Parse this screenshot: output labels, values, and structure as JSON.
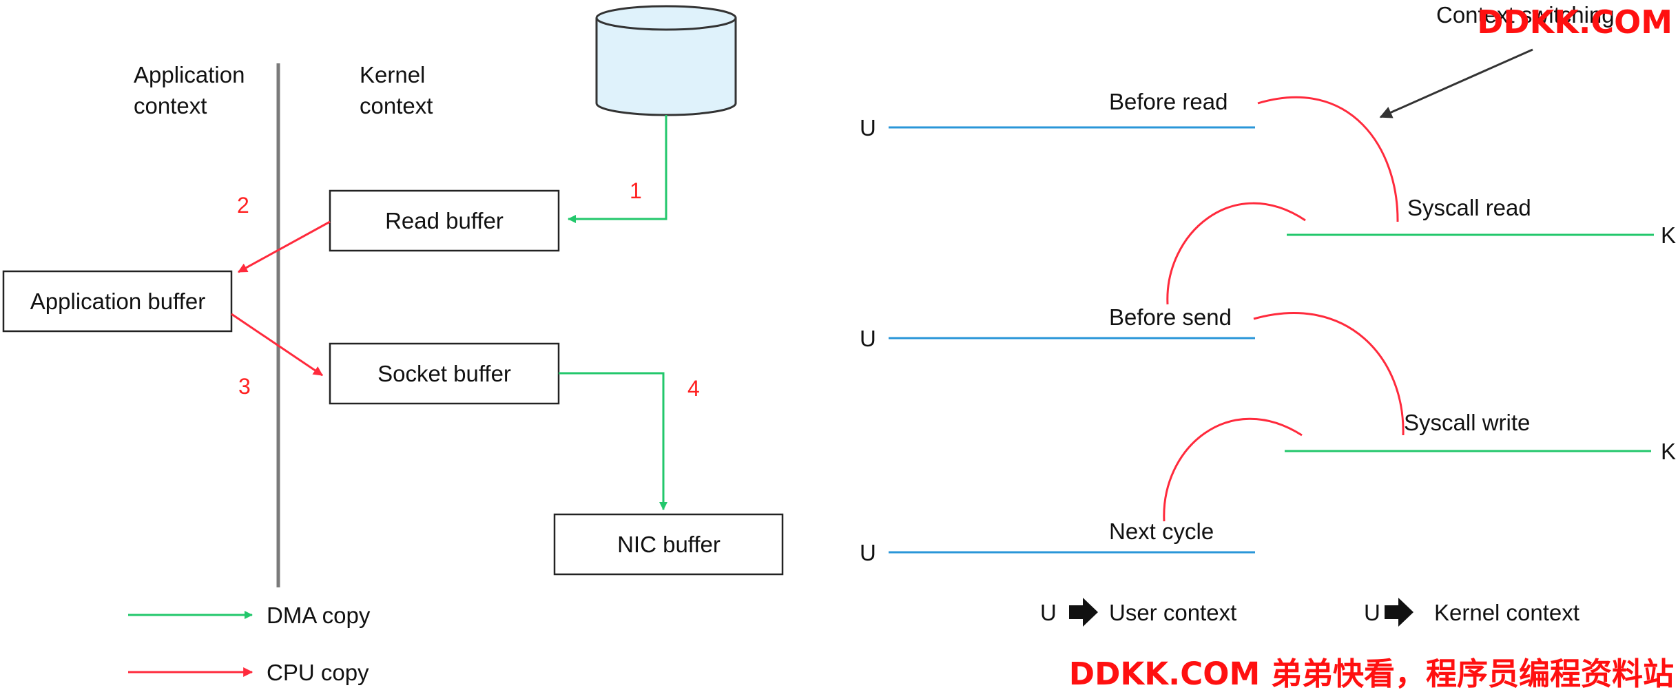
{
  "left_diagram": {
    "columns": {
      "app": [
        "Application",
        "context"
      ],
      "kernel": [
        "Kernel",
        "context"
      ]
    },
    "boxes": {
      "read_buffer": "Read buffer",
      "application_buffer": "Application buffer",
      "socket_buffer": "Socket buffer",
      "nic_buffer": "NIC buffer"
    },
    "steps": [
      "1",
      "2",
      "3",
      "4"
    ],
    "legend": {
      "dma": "DMA copy",
      "cpu": "CPU copy"
    }
  },
  "right_diagram": {
    "annotation": "Context switching",
    "phases": {
      "before_read": "Before read",
      "syscall_read": "Syscall read",
      "before_send": "Before send",
      "syscall_write": "Syscall write",
      "next_cycle": "Next cycle"
    },
    "user_marker": "U",
    "kernel_marker": "K",
    "legend": {
      "user_symbol": "U",
      "user_text": "User context",
      "kernel_symbol": "U",
      "kernel_text": "Kernel context"
    }
  },
  "watermark": {
    "top": "DDKK.COM",
    "bottom": "DDKK.COM 弟弟快看，程序员编程资料站"
  },
  "colors": {
    "dma": "#22c76b",
    "cpu": "#ff2a3c",
    "user_line": "#2a96d8",
    "kernel_line": "#22c76b",
    "disk_fill": "#dff2fb",
    "watermark": "#ff1010"
  }
}
